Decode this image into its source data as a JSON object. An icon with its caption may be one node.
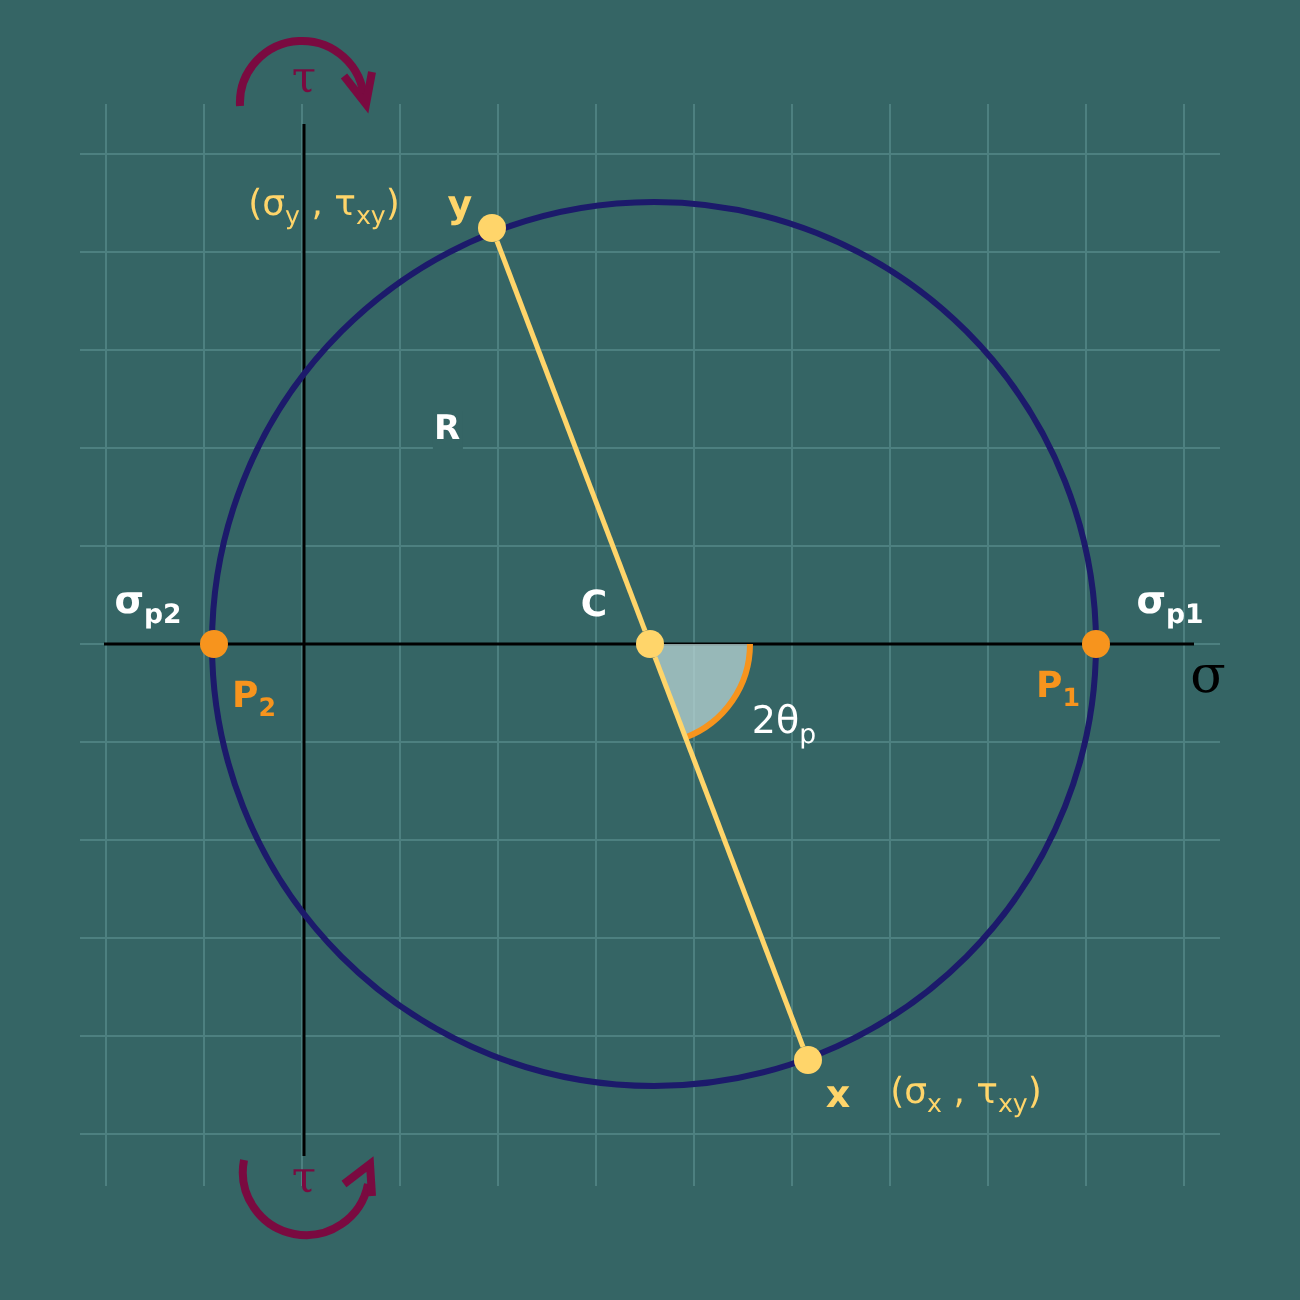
{
  "diagram": {
    "nodes": [
      {
        "text": [],
        "shape": "circle",
        "beside": [
          "(σ$_{y}$ , τ$_{xy}$)",
          "y"
        ]
      },
      {
        "text": [],
        "shape": "circle",
        "beside": [
          "C"
        ]
      },
      {
        "text": [],
        "shape": "circle",
        "beside": [
          "x",
          "(σ$_{x}$ , τ$_{xy}$)"
        ]
      },
      {
        "text": [],
        "shape": "circle",
        "beside": [
          "σ$_{p2}$",
          "P$_{2}$"
        ]
      },
      {
        "text": [],
        "shape": "circle",
        "beside": [
          "P$_{1}$",
          "σ$_{p1}$"
        ]
      }
    ],
    "edges": [
      {
        "from": 0,
        "to": 1,
        "arrow": "none",
        "label": "R",
        "color": "#ffd56a"
      },
      {
        "from": 1,
        "to": 2,
        "arrow": "none",
        "color": "#ffd56a"
      }
    ],
    "labels": [
      "τ",
      "σ",
      "2θ$_{p}$",
      "τ"
    ]
  }
}
